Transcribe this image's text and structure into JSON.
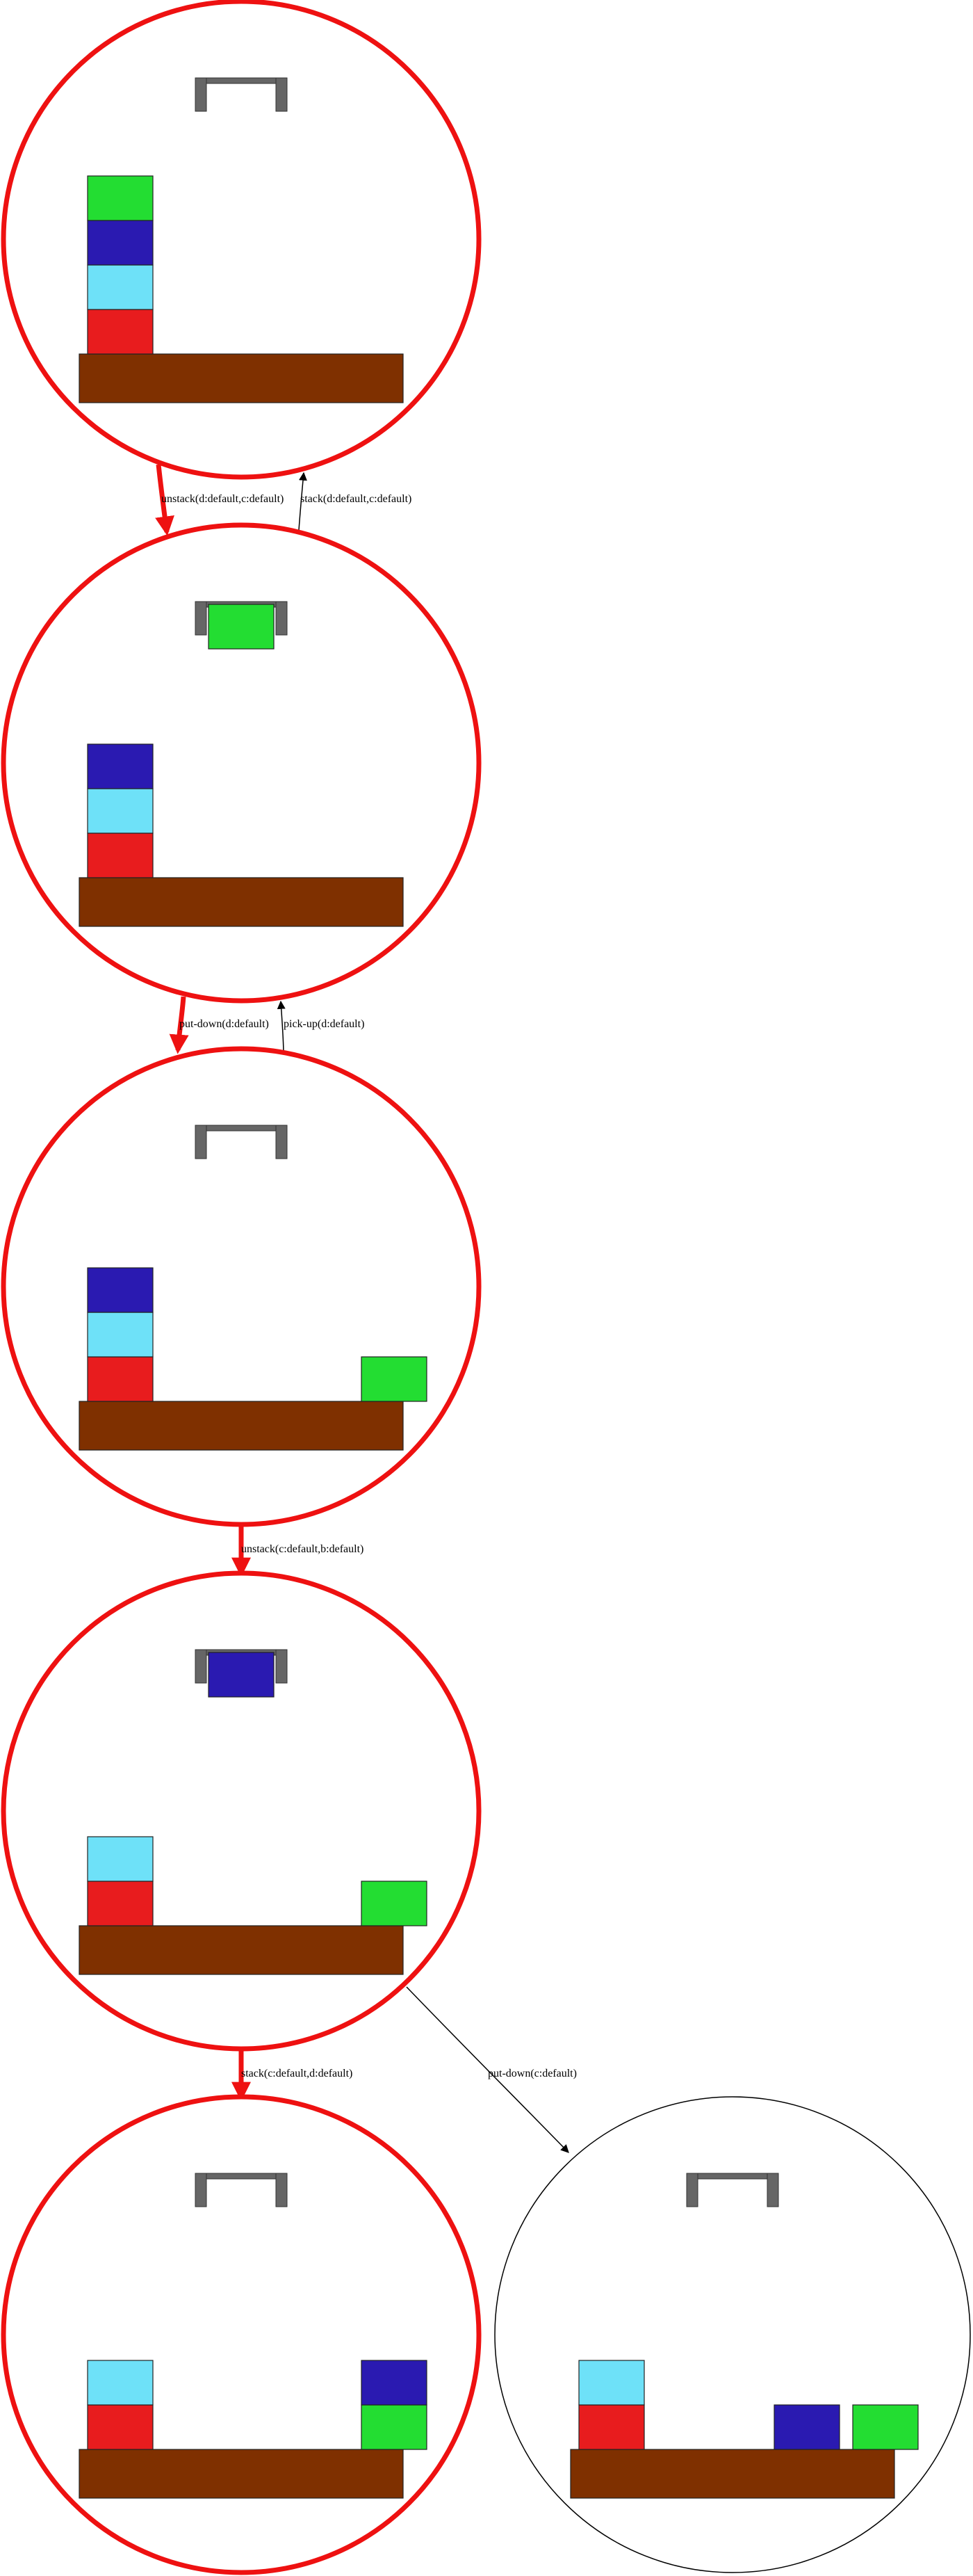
{
  "colors": {
    "table": "#7f3000",
    "gripper": "#666666",
    "highlight_path": "#ee1111",
    "other_edge": "#000000",
    "blocks": {
      "green": "#23dd32",
      "blue": "#2a1ab1",
      "cyan": "#6ee1f8",
      "red": "#e81c1e"
    }
  },
  "states": [
    {
      "id": "s0",
      "on_highlighted_path": true,
      "holding": "",
      "stacks": [
        {
          "position": "left",
          "blocks": [
            "red",
            "cyan",
            "blue",
            "green"
          ]
        }
      ]
    },
    {
      "id": "s1",
      "on_highlighted_path": true,
      "holding": "green",
      "stacks": [
        {
          "position": "left",
          "blocks": [
            "red",
            "cyan",
            "blue"
          ]
        }
      ]
    },
    {
      "id": "s2",
      "on_highlighted_path": true,
      "holding": "",
      "stacks": [
        {
          "position": "left",
          "blocks": [
            "red",
            "cyan",
            "blue"
          ]
        },
        {
          "position": "right",
          "blocks": [
            "green"
          ]
        }
      ]
    },
    {
      "id": "s3",
      "on_highlighted_path": true,
      "holding": "blue",
      "stacks": [
        {
          "position": "left",
          "blocks": [
            "red",
            "cyan"
          ]
        },
        {
          "position": "right",
          "blocks": [
            "green"
          ]
        }
      ]
    },
    {
      "id": "s4",
      "on_highlighted_path": true,
      "holding": "",
      "stacks": [
        {
          "position": "left",
          "blocks": [
            "red",
            "cyan"
          ]
        },
        {
          "position": "right",
          "blocks": [
            "green",
            "blue"
          ]
        }
      ]
    },
    {
      "id": "s5",
      "on_highlighted_path": false,
      "holding": "",
      "stacks": [
        {
          "position": "left",
          "blocks": [
            "red",
            "cyan"
          ]
        },
        {
          "position": "middle",
          "blocks": [
            "blue"
          ]
        },
        {
          "position": "right",
          "blocks": [
            "green"
          ]
        }
      ]
    }
  ],
  "edges": [
    {
      "from": "s0",
      "to": "s1",
      "label": "unstack(d:default,c:default)",
      "highlighted": true
    },
    {
      "from": "s1",
      "to": "s0",
      "label": "stack(d:default,c:default)",
      "highlighted": false
    },
    {
      "from": "s1",
      "to": "s2",
      "label": "put-down(d:default)",
      "highlighted": true
    },
    {
      "from": "s2",
      "to": "s1",
      "label": "pick-up(d:default)",
      "highlighted": false
    },
    {
      "from": "s2",
      "to": "s3",
      "label": "unstack(c:default,b:default)",
      "highlighted": true
    },
    {
      "from": "s3",
      "to": "s4",
      "label": "stack(c:default,d:default)",
      "highlighted": true
    },
    {
      "from": "s3",
      "to": "s5",
      "label": "put-down(c:default)",
      "highlighted": false
    }
  ]
}
